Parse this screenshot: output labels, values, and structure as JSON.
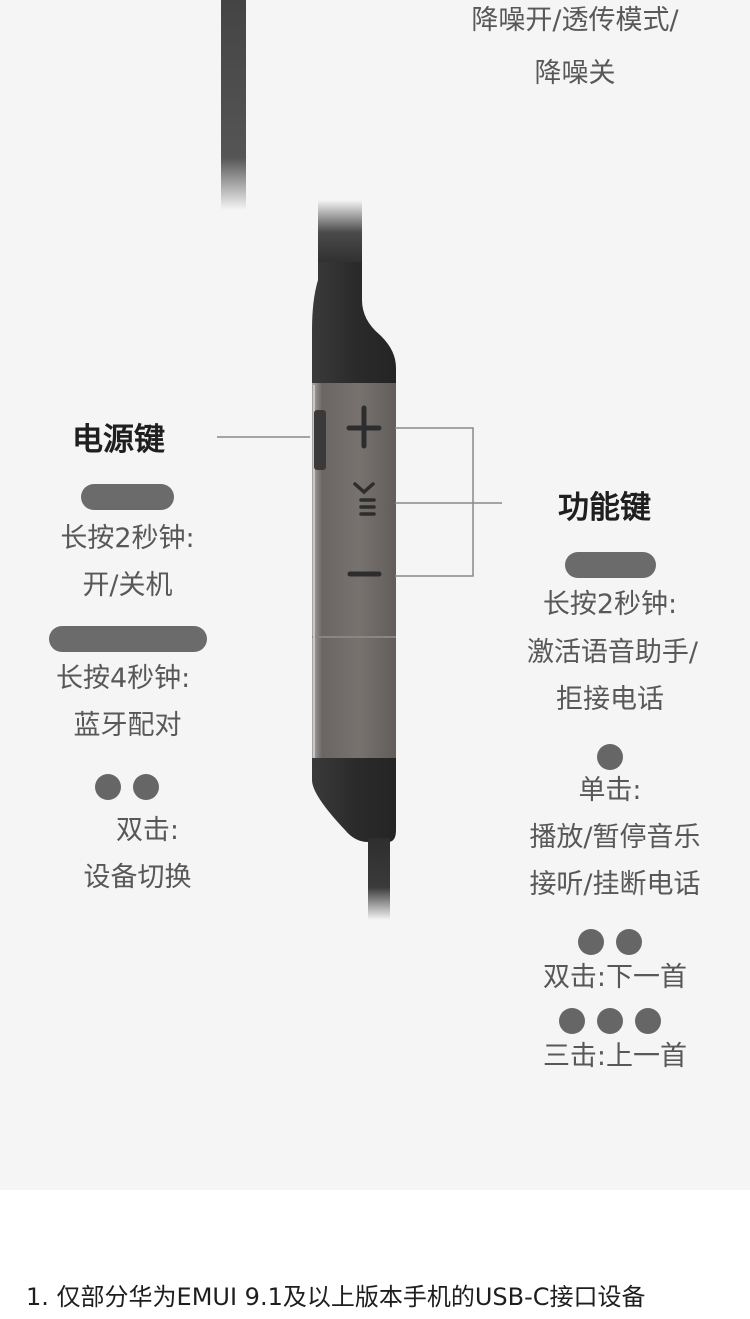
{
  "top_mode": {
    "line1": "降噪开/透传模式/",
    "line2": "降噪关"
  },
  "power_key": {
    "title": "电源键",
    "long_press_2s": "长按2秒钟:",
    "long_press_2s_action": "开/关机",
    "long_press_4s": "长按4秒钟:",
    "long_press_4s_action": "蓝牙配对",
    "double_click": "双击:",
    "double_click_action": "设备切换"
  },
  "function_key": {
    "title": "功能键",
    "long_press_2s": "长按2秒钟:",
    "long_press_action_1": "激活语音助手/",
    "long_press_action_2": "拒接电话",
    "single_click": "单击:",
    "single_click_action_1": "播放/暂停音乐",
    "single_click_action_2": "接听/挂断电话",
    "double_click": "双击:下一首",
    "triple_click": "三击:上一首"
  },
  "controller_icons": [
    "plus-icon",
    "voice-assistant-icon",
    "minus-icon",
    "power-slider-icon"
  ],
  "footnote": "1. 仅部分华为EMUI 9.1及以上版本手机的USB-C接口设备",
  "colors": {
    "panel": "#f5f5f5",
    "indicator": "#6b6b6b",
    "controller_dark": "#2f2f2f",
    "controller_metal": "#6f6a68"
  }
}
